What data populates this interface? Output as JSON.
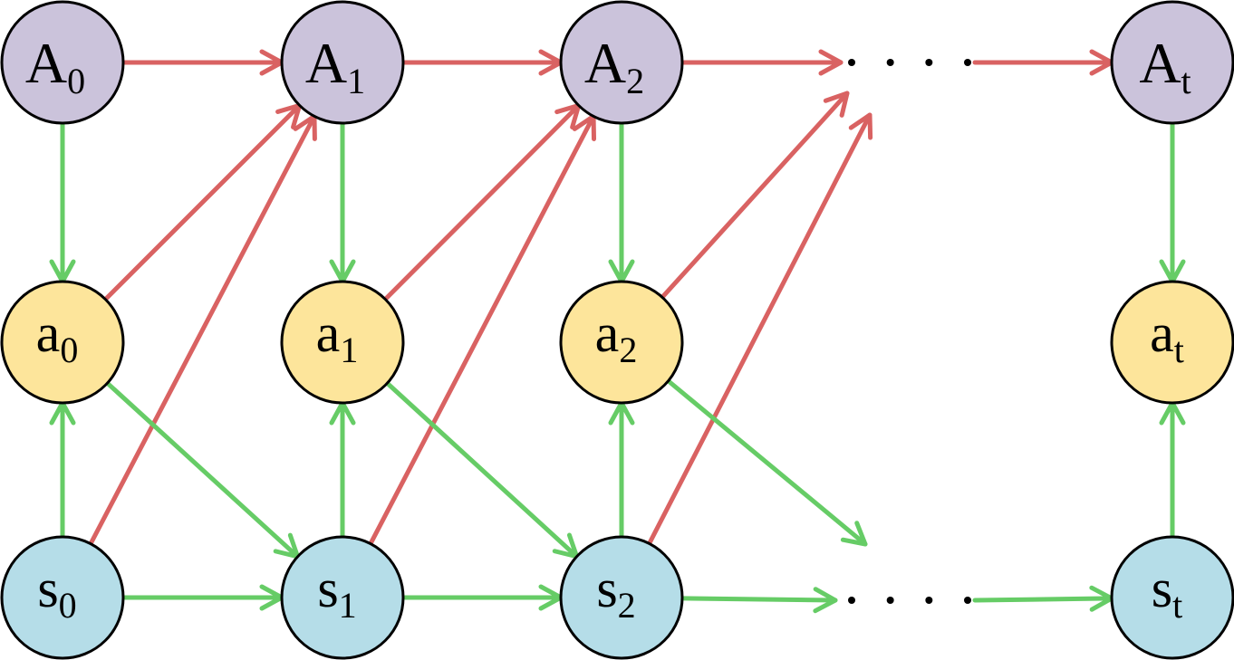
{
  "diagram": {
    "title": "",
    "colors": {
      "A": "#cbc3db",
      "a": "#fde59b",
      "s": "#b5dde8",
      "red_edge": "#d96262",
      "green_edge": "#66cc66",
      "outline": "#000000"
    },
    "nodes": [
      {
        "id": "A0",
        "base": "A",
        "sub": "0",
        "row": "A",
        "col": 0
      },
      {
        "id": "A1",
        "base": "A",
        "sub": "1",
        "row": "A",
        "col": 1
      },
      {
        "id": "A2",
        "base": "A",
        "sub": "2",
        "row": "A",
        "col": 2
      },
      {
        "id": "At",
        "base": "A",
        "sub": "t",
        "row": "A",
        "col": 4
      },
      {
        "id": "a0",
        "base": "a",
        "sub": "0",
        "row": "a",
        "col": 0
      },
      {
        "id": "a1",
        "base": "a",
        "sub": "1",
        "row": "a",
        "col": 1
      },
      {
        "id": "a2",
        "base": "a",
        "sub": "2",
        "row": "a",
        "col": 2
      },
      {
        "id": "at",
        "base": "a",
        "sub": "t",
        "row": "a",
        "col": 4
      },
      {
        "id": "s0",
        "base": "s",
        "sub": "0",
        "row": "s",
        "col": 0
      },
      {
        "id": "s1",
        "base": "s",
        "sub": "1",
        "row": "s",
        "col": 1
      },
      {
        "id": "s2",
        "base": "s",
        "sub": "2",
        "row": "s",
        "col": 2
      },
      {
        "id": "st",
        "base": "s",
        "sub": "t",
        "row": "s",
        "col": 4
      }
    ],
    "ellipses": [
      {
        "id": "dots-top",
        "row": "A"
      },
      {
        "id": "dots-bottom",
        "row": "s"
      }
    ],
    "edges": [
      {
        "from": "A0",
        "to": "A1",
        "color": "red"
      },
      {
        "from": "A1",
        "to": "A2",
        "color": "red"
      },
      {
        "from": "A2",
        "to": "dots-top",
        "color": "red"
      },
      {
        "from": "dots-top",
        "to": "At",
        "color": "red"
      },
      {
        "from": "a0",
        "to": "A1",
        "color": "red"
      },
      {
        "from": "s0",
        "to": "A1",
        "color": "red"
      },
      {
        "from": "a1",
        "to": "A2",
        "color": "red"
      },
      {
        "from": "s1",
        "to": "A2",
        "color": "red"
      },
      {
        "from": "a2",
        "to": "dots-top",
        "color": "red"
      },
      {
        "from": "s2",
        "to": "dots-top",
        "color": "red"
      },
      {
        "from": "A0",
        "to": "a0",
        "color": "green"
      },
      {
        "from": "A1",
        "to": "a1",
        "color": "green"
      },
      {
        "from": "A2",
        "to": "a2",
        "color": "green"
      },
      {
        "from": "At",
        "to": "at",
        "color": "green"
      },
      {
        "from": "s0",
        "to": "a0",
        "color": "green"
      },
      {
        "from": "s1",
        "to": "a1",
        "color": "green"
      },
      {
        "from": "s2",
        "to": "a2",
        "color": "green"
      },
      {
        "from": "st",
        "to": "at",
        "color": "green"
      },
      {
        "from": "a0",
        "to": "s1",
        "color": "green"
      },
      {
        "from": "a1",
        "to": "s2",
        "color": "green"
      },
      {
        "from": "a2",
        "to": "dots-bottom",
        "color": "green"
      },
      {
        "from": "s0",
        "to": "s1",
        "color": "green"
      },
      {
        "from": "s1",
        "to": "s2",
        "color": "green"
      },
      {
        "from": "s2",
        "to": "dots-bottom",
        "color": "green"
      },
      {
        "from": "dots-bottom",
        "to": "st",
        "color": "green"
      }
    ]
  }
}
